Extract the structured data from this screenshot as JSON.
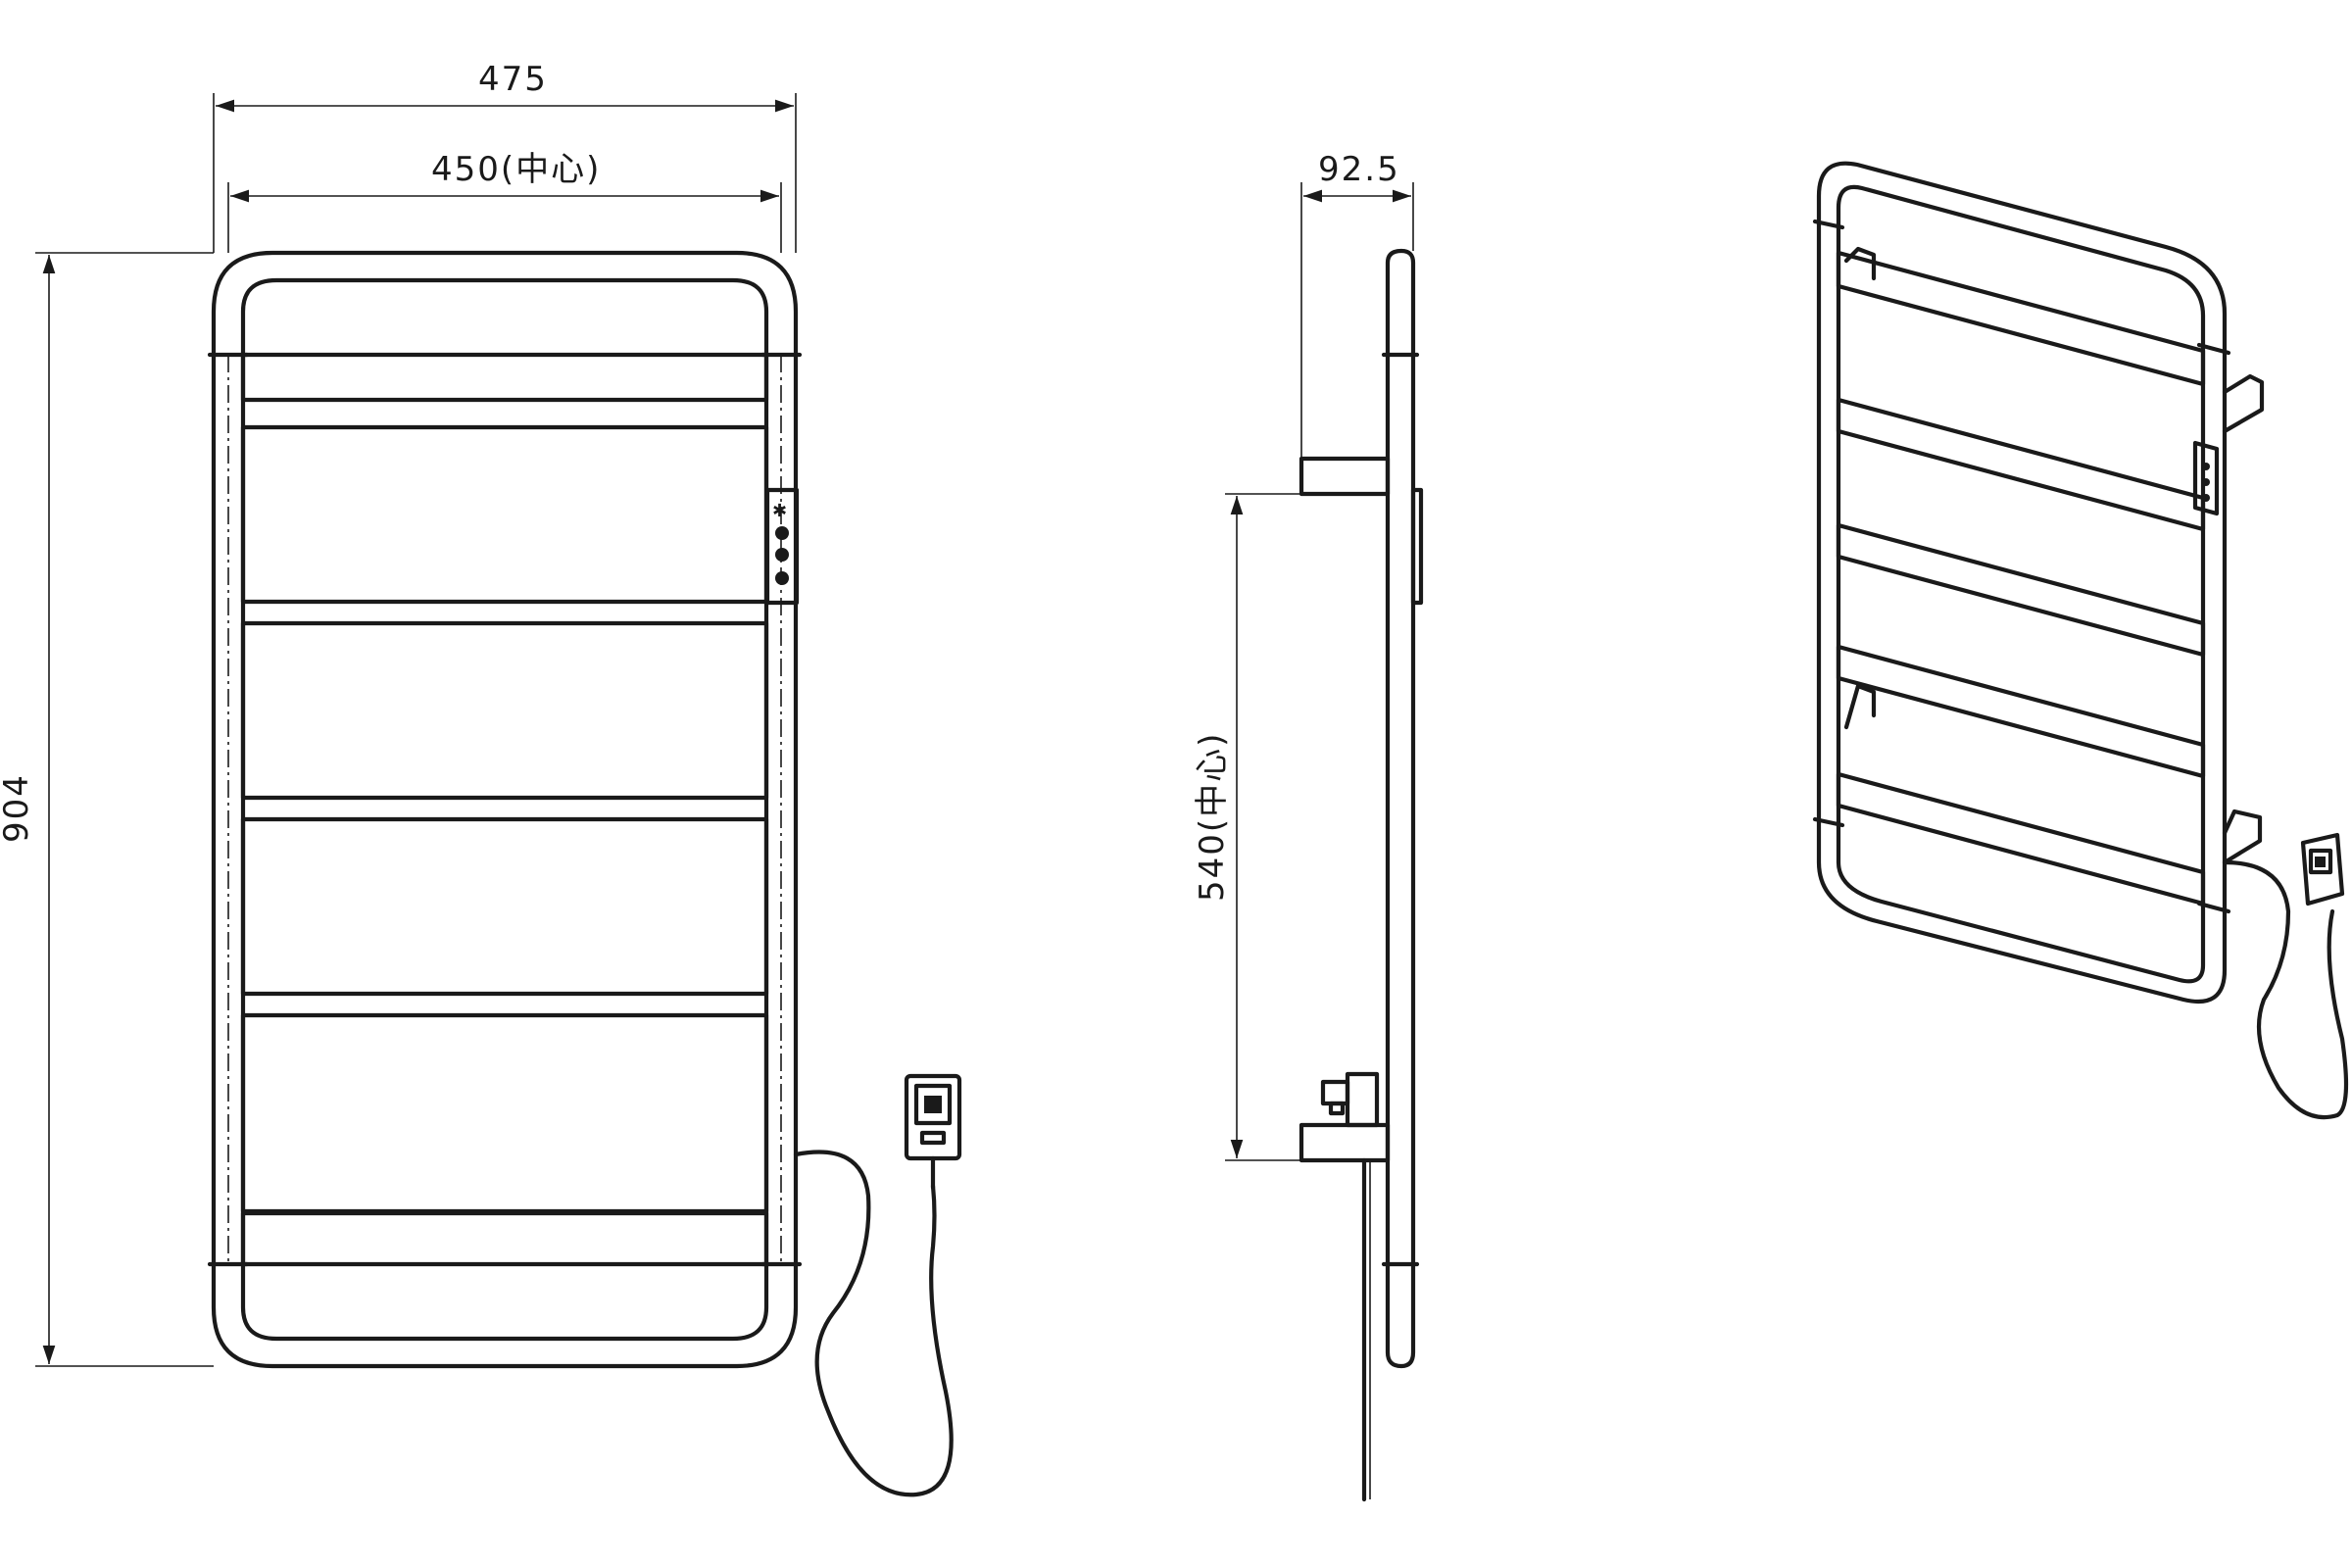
{
  "dimensions": {
    "overall_width": "475",
    "center_width": "450(中心)",
    "overall_height": "904",
    "depth": "92.5",
    "mount_center": "540(中心)"
  },
  "views": [
    "front-view",
    "side-view",
    "isometric-view"
  ]
}
